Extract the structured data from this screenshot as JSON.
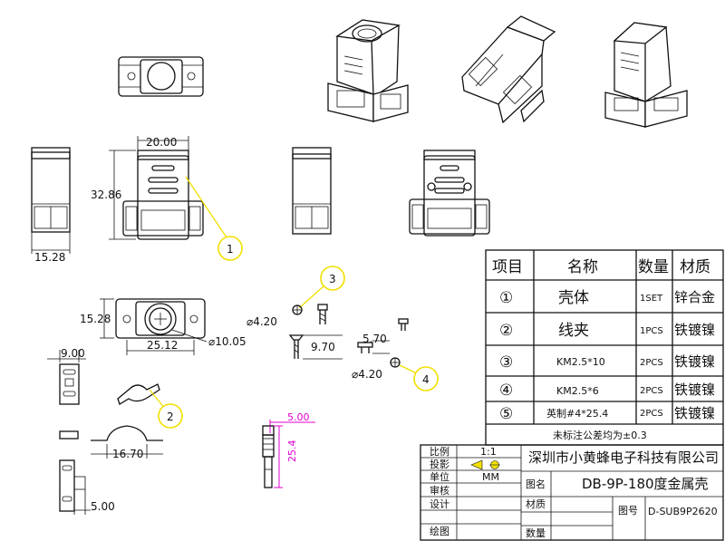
{
  "dimensions": {
    "width_top": "20.00",
    "height_side": "32.86",
    "width_side": "15.28",
    "bottom_height": "15.28",
    "bottom_width": "25.12",
    "bottom_hole": "⌀10.05",
    "screw_hole_3": "⌀4.20",
    "screw_len_3": "9.70",
    "screw_len_4": "5.70",
    "screw_hole_4": "⌀4.20",
    "clip_width": "9.00",
    "clip_span": "16.70",
    "clip_depth": "5.00",
    "stud_head": "5.00",
    "stud_len": "25.4"
  },
  "balloons": [
    "1",
    "2",
    "3",
    "4"
  ],
  "bom": {
    "headers": [
      "项目",
      "名称",
      "数量",
      "材质"
    ],
    "rows": [
      {
        "no": "①",
        "name": "壳体",
        "qty": "1SET",
        "mat": "锌合金"
      },
      {
        "no": "②",
        "name": "线夹",
        "qty": "1PCS",
        "mat": "铁镀镍"
      },
      {
        "no": "③",
        "name": "KM2.5*10",
        "qty": "2PCS",
        "mat": "铁镀镍"
      },
      {
        "no": "④",
        "name": "KM2.5*6",
        "qty": "2PCS",
        "mat": "铁镀镍"
      },
      {
        "no": "⑤",
        "name": "英制#4*25.4",
        "qty": "2PCS",
        "mat": "铁镀镍"
      }
    ],
    "note": "未标注公差均为±0.3"
  },
  "title_block": {
    "labels": [
      "比例",
      "投影",
      "单位",
      "审核",
      "设计",
      "绘图"
    ],
    "scale": "1:1",
    "unit": "MM",
    "company": "深圳市小黄蜂电子科技有限公司",
    "drawing_name_label": "图名",
    "drawing_name": "DB-9P-180度金属壳",
    "material_label": "材质",
    "quantity_label": "数量",
    "drawing_no_label": "图号",
    "drawing_no": "D-SUB9P2620"
  },
  "colors": {
    "balloon": "#f0e000",
    "dim_highlight": "#e000d0"
  }
}
